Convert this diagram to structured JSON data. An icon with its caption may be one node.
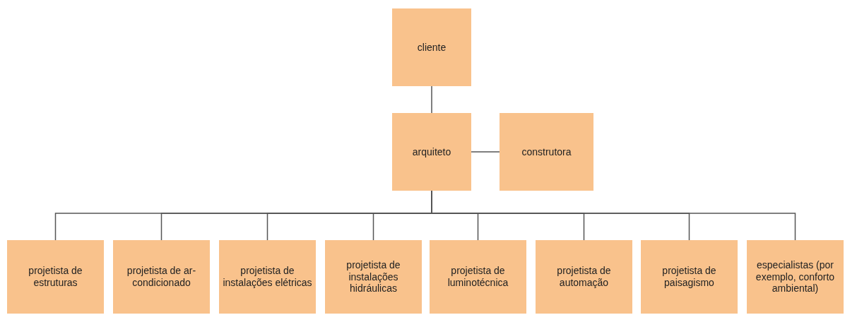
{
  "diagram": {
    "nodes": [
      {
        "text": [
          "cliente"
        ]
      },
      {
        "text": [
          "arquiteto"
        ]
      },
      {
        "text": [
          "construtora"
        ]
      },
      {
        "text": [
          "projetista de estruturas"
        ]
      },
      {
        "text": [
          "projetista de ar-condicionado"
        ]
      },
      {
        "text": [
          "projetista de instalações elétricas"
        ]
      },
      {
        "text": [
          "projetista de instalações hidráulicas"
        ]
      },
      {
        "text": [
          "projetista de luminotécnica"
        ]
      },
      {
        "text": [
          "projetista de automação"
        ]
      },
      {
        "text": [
          "projetista de paisagismo"
        ]
      },
      {
        "text": [
          "especialistas (por exemplo, conforto ambiental)"
        ]
      }
    ],
    "edges": [
      {
        "from": 0,
        "to": 1,
        "arrow": "none"
      },
      {
        "from": 1,
        "to": 2,
        "arrow": "none"
      },
      {
        "from": 1,
        "to": 3,
        "arrow": "none"
      },
      {
        "from": 1,
        "to": 4,
        "arrow": "none"
      },
      {
        "from": 1,
        "to": 5,
        "arrow": "none"
      },
      {
        "from": 1,
        "to": 6,
        "arrow": "none"
      },
      {
        "from": 1,
        "to": 7,
        "arrow": "none"
      },
      {
        "from": 1,
        "to": 8,
        "arrow": "none"
      },
      {
        "from": 1,
        "to": 9,
        "arrow": "none"
      },
      {
        "from": 1,
        "to": 10,
        "arrow": "none"
      }
    ]
  }
}
